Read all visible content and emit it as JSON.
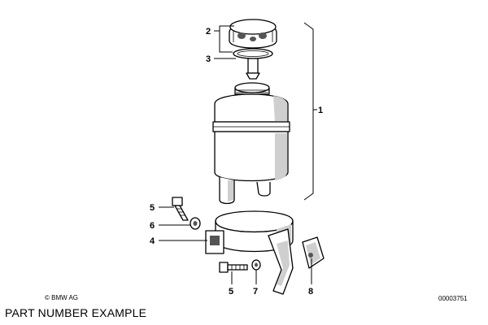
{
  "callouts": {
    "c1": "1",
    "c2": "2",
    "c3": "3",
    "c4": "4",
    "c5a": "5",
    "c5b": "5",
    "c6": "6",
    "c7": "7",
    "c8": "8"
  },
  "footer": {
    "copyright": "© BMW AG",
    "doc_number": "00003751",
    "caption": "PART NUMBER EXAMPLE"
  }
}
